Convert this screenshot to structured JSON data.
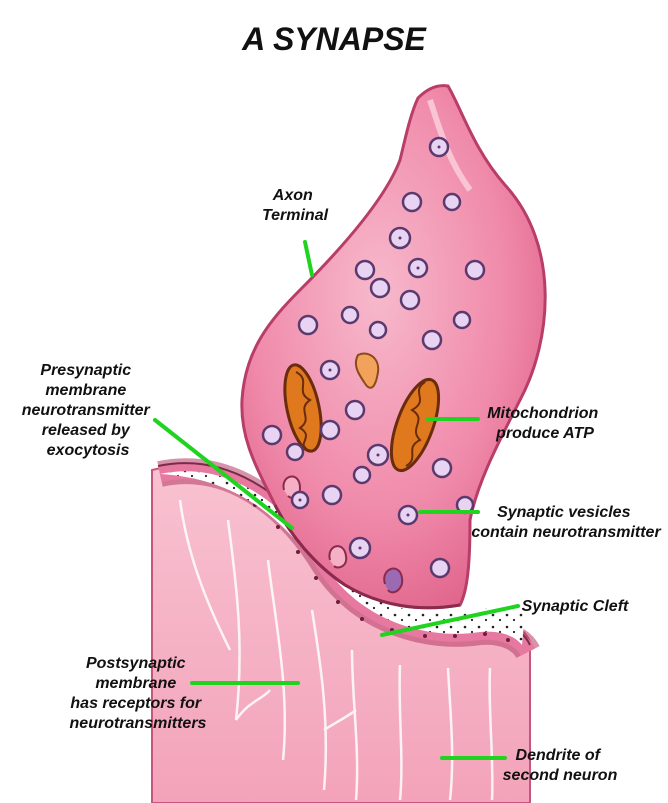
{
  "title": "A SYNAPSE",
  "labels": {
    "axon_terminal": [
      "Axon",
      "Terminal"
    ],
    "presynaptic": [
      "Presynaptic",
      "membrane",
      "neurotransmitter",
      "released by",
      "exocytosis"
    ],
    "mitochondrion": [
      "Mitochondrion",
      "produce ATP"
    ],
    "vesicles": [
      "Synaptic vesicles",
      "contain neurotransmitter"
    ],
    "cleft": [
      "Synaptic Cleft"
    ],
    "postsynaptic": [
      "Postsynaptic",
      "membrane",
      "has receptors for",
      "neurotransmitters"
    ],
    "dendrite": [
      "Dendrite of",
      "second neuron"
    ]
  },
  "colors": {
    "leader": "#1fd31f",
    "axon_fill": "#ef7fa3",
    "axon_highlight": "#f6b0c6",
    "dendrite_fill": "#f5a9bf",
    "membrane": "#c8406e",
    "mitochondrion": "#e0781e"
  }
}
